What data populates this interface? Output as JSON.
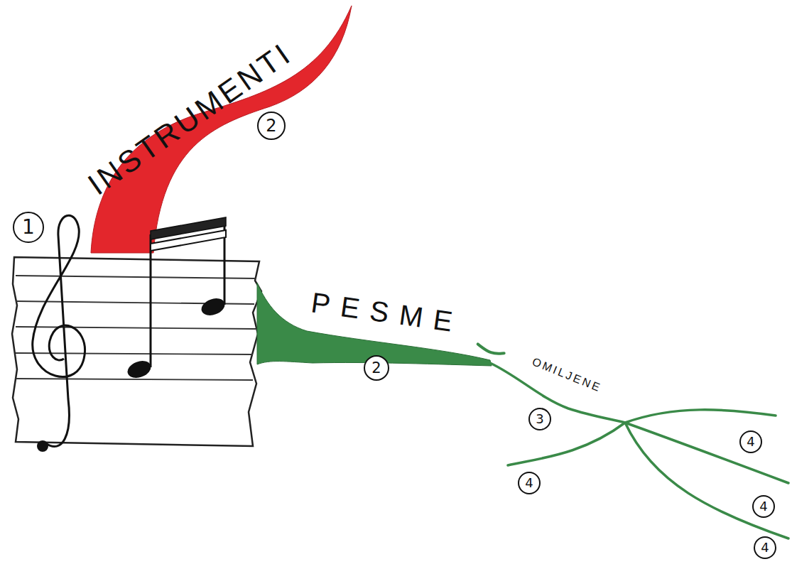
{
  "diagram": {
    "nodes": [
      {
        "text": [
          "INSTRUMENTI"
        ]
      },
      {
        "text": [
          "PESME"
        ]
      },
      {
        "text": [
          "OMILJENE"
        ]
      }
    ],
    "edges": [
      {
        "from": 1,
        "to": 2,
        "arrow": "none"
      }
    ],
    "labels": [
      "1",
      "2",
      "2",
      "3",
      "4",
      "4",
      "4",
      "4"
    ]
  }
}
